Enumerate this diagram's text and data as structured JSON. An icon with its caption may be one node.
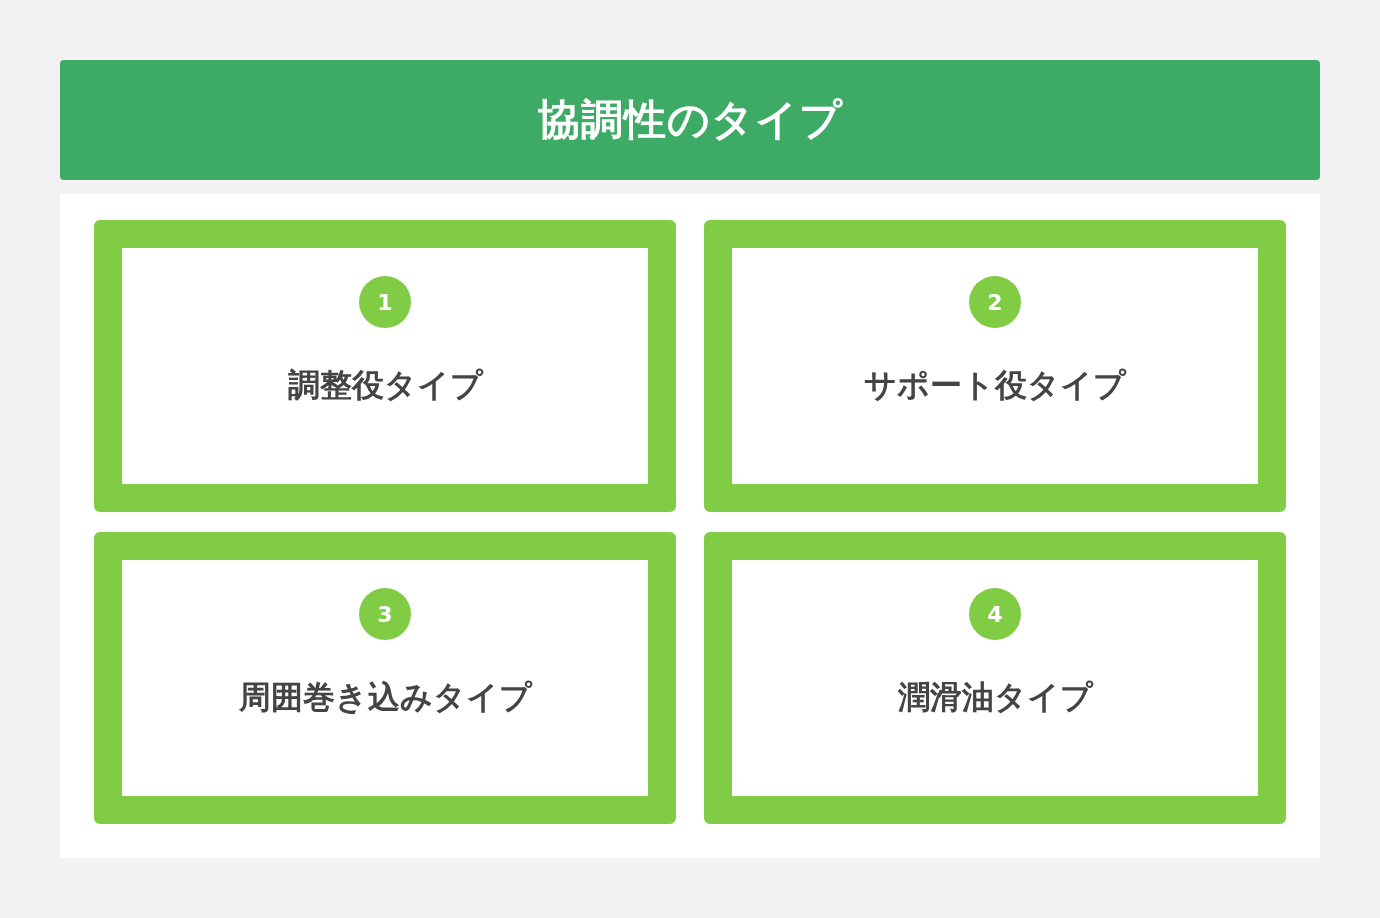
{
  "diagram": {
    "title": "協調性のタイプ",
    "nodes": [
      {
        "text": [
          "調整役タイプ"
        ]
      },
      {
        "text": [
          "1"
        ],
        "in": 0
      },
      {
        "text": [
          "サポート役タイプ"
        ]
      },
      {
        "text": [
          "2"
        ],
        "in": 2
      },
      {
        "text": [
          "周囲巻き込みタイプ"
        ]
      },
      {
        "text": [
          "3"
        ],
        "in": 4
      },
      {
        "text": [
          "潤滑油タイプ"
        ]
      },
      {
        "text": [
          "4"
        ],
        "in": 6
      }
    ],
    "edges": []
  }
}
